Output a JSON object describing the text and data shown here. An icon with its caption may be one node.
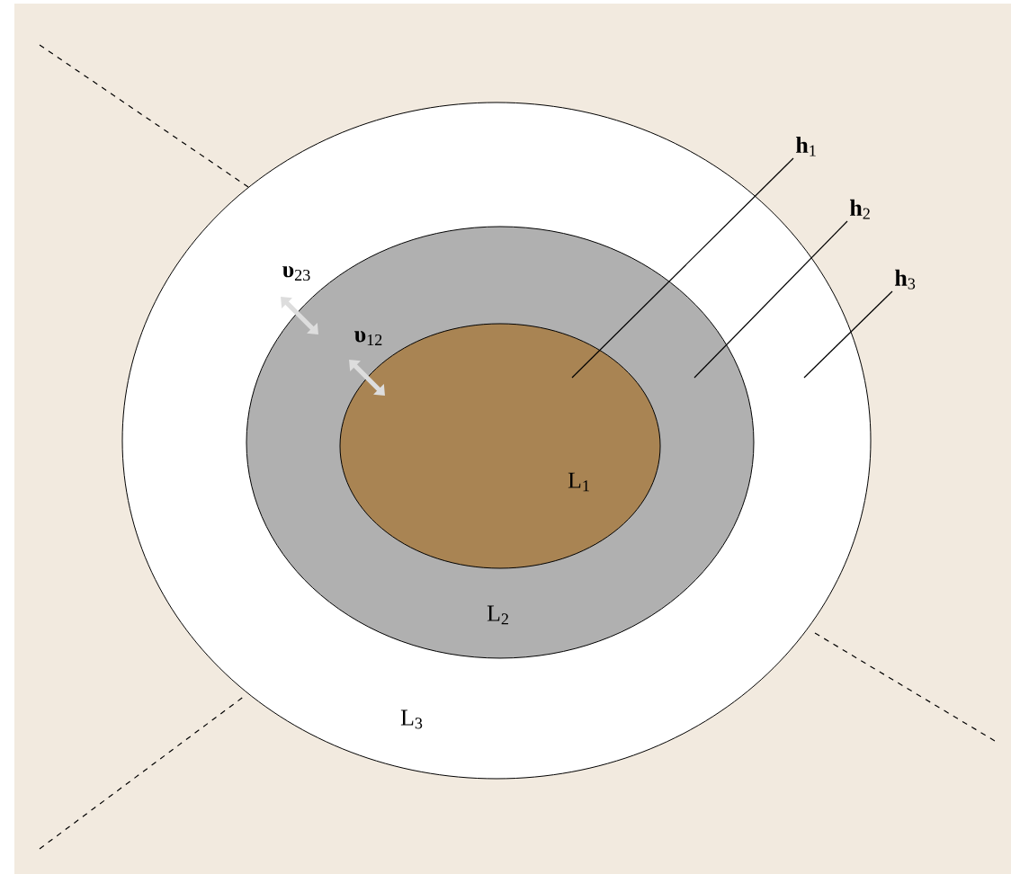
{
  "diagram": {
    "nodes": [
      {
        "text": [
          "L$_{3}$"
        ]
      },
      {
        "text": [
          "L$_{2}$"
        ],
        "in": 0
      },
      {
        "text": [
          "L$_{1}$"
        ],
        "in": 1
      },
      {
        "text": [
          "**h**$_{1}$"
        ]
      },
      {
        "text": [
          "**h**$_{2}$"
        ]
      },
      {
        "text": [
          "**h**$_{3}$"
        ]
      }
    ],
    "edges": [
      {
        "from": 3,
        "to": 2,
        "arrow": "none"
      },
      {
        "from": 4,
        "to": 1,
        "arrow": "none"
      },
      {
        "from": 5,
        "to": 0,
        "arrow": "none"
      }
    ],
    "labels": [
      "**υ**$_{23}$",
      "**υ**$_{12}$"
    ]
  }
}
